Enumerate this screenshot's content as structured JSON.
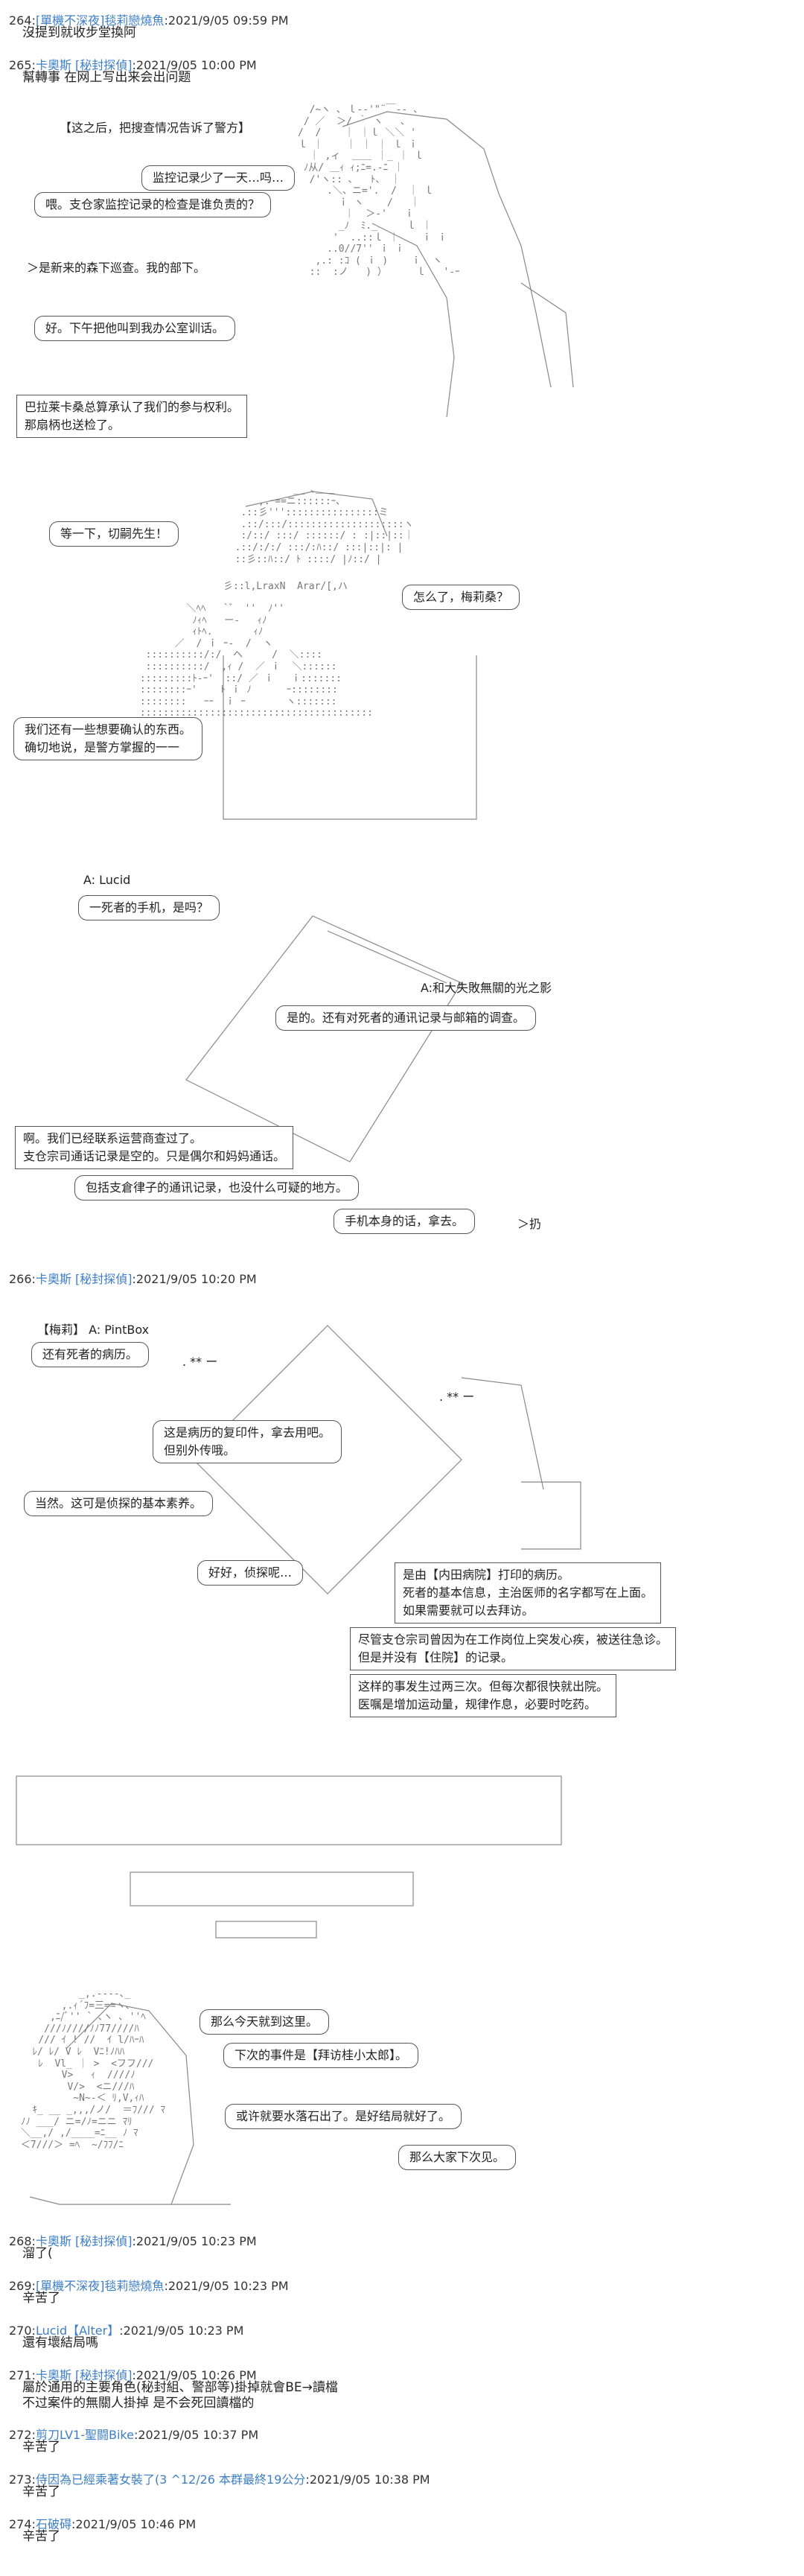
{
  "posts": {
    "p264": {
      "num": "264:",
      "name": "[單機不深夜]毯莉戀燒魚",
      "date": ":2021/9/05 09:59 PM",
      "body": "沒提到就收步堂換阿"
    },
    "p265": {
      "num": "265:",
      "name": "卡奧斯 [秘封探偵]",
      "date": ":2021/9/05 10:00 PM",
      "body": "幫轉事 在网上写出来会出问题"
    },
    "p266": {
      "num": "266:",
      "name": "卡奧斯 [秘封探偵]",
      "date": ":2021/9/05 10:20 PM"
    },
    "p268": {
      "num": "268:",
      "name": "卡奧斯 [秘封探偵]",
      "date": ":2021/9/05 10:23 PM",
      "body": "溜了("
    },
    "p269": {
      "num": "269:",
      "name": "[單機不深夜]毯莉戀燒魚",
      "date": ":2021/9/05 10:23 PM",
      "body": "辛苦了"
    },
    "p270": {
      "num": "270:",
      "name": "Lucid【Alter】",
      "date": ":2021/9/05 10:23 PM",
      "body": "還有壞結局嗎"
    },
    "p271": {
      "num": "271:",
      "name": "卡奧斯 [秘封探偵]",
      "date": ":2021/9/05 10:26 PM",
      "body1": "屬於通用的主要角色(秘封組、警部等)掛掉就會BE→讀檔",
      "body2": "不过案件的無關人掛掉 是不会死回讀檔的"
    },
    "p272": {
      "num": "272:",
      "name": "剪刀LV1-聖闘Bike",
      "date": ":2021/9/05 10:37 PM",
      "body": "辛苦了"
    },
    "p273": {
      "num": "273:",
      "name": "侍因為已經乘著女裝了(3 ^12/26 本群最終19公分",
      "date": ":2021/9/05 10:38 PM",
      "body": "辛苦了"
    },
    "p274": {
      "num": "274:",
      "name": "石破碍",
      "date": ":2021/9/05 10:46 PM",
      "body": "辛苦了"
    }
  },
  "scene1": {
    "narration": "【这之后，把搜查情况告诉了警方】",
    "b1": "监控记录少了一天…吗…",
    "b2": "喂。支仓家监控记录的检查是谁负责的？",
    "t1": "＞是新来的森下巡查。我的部下。",
    "b3": "好。下午把他叫到我办公室训话。",
    "r1a": "巴拉莱卡桑总算承认了我们的参与权利。",
    "r1b": "那扇柄也送检了。"
  },
  "scene2": {
    "b1": "等一下，切嗣先生！",
    "b2": "怎么了，梅莉桑？",
    "b3a": "我们还有一些想要确认的东西。",
    "b3b": "确切地说，是警方掌握的一一",
    "aa_text": "彡::l,LraxN  Arar/[,ハ"
  },
  "scene3": {
    "label": "A: Lucid",
    "b1": "一死者的手机，是吗？",
    "label2": "A:和大失敗無關的光之影",
    "b2": "是的。还有对死者的通讯记录与邮箱的调查。",
    "r1a": "啊。我们已经联系运营商查过了。",
    "r1b": "支仓宗司通话记录是空的。只是偶尔和妈妈通话。",
    "b3": "包括支倉律子的通讯记录，也没什么可疑的地方。",
    "b4": "手机本身的话，拿去。",
    "t1": "＞扔"
  },
  "scene4": {
    "label": "【梅莉】  A: PintBox",
    "b1": "还有死者的病历。",
    "dots1": ". ** ー",
    "dots2": ". ** ー",
    "b2a": "这是病历的复印件，拿去用吧。",
    "b2b": "但别外传哦。",
    "b3": "当然。这可是侦探的基本素养。",
    "b4": "好好，侦探呢…",
    "r1a": "是由【内田病院】打印的病历。",
    "r1b": "死者的基本信息，主治医师的名字都写在上面。",
    "r1c": "如果需要就可以去拜访。",
    "r2a": "尽管支仓宗司曾因为在工作岗位上突发心疾，被送往急诊。",
    "r2b": "但是并没有【住院】的记录。",
    "r3a": "这样的事发生过两三次。但每次都很快就出院。",
    "r3b": "医嘱是增加运动量，规律作息，必要时吃药。"
  },
  "scene5": {
    "b1": "那么今天就到这里。",
    "b2": "下次的事件是【拜访桂小太郎】。",
    "b3": "或许就要水落石出了。是好结局就好了。",
    "b4": "那么大家下次见。"
  }
}
